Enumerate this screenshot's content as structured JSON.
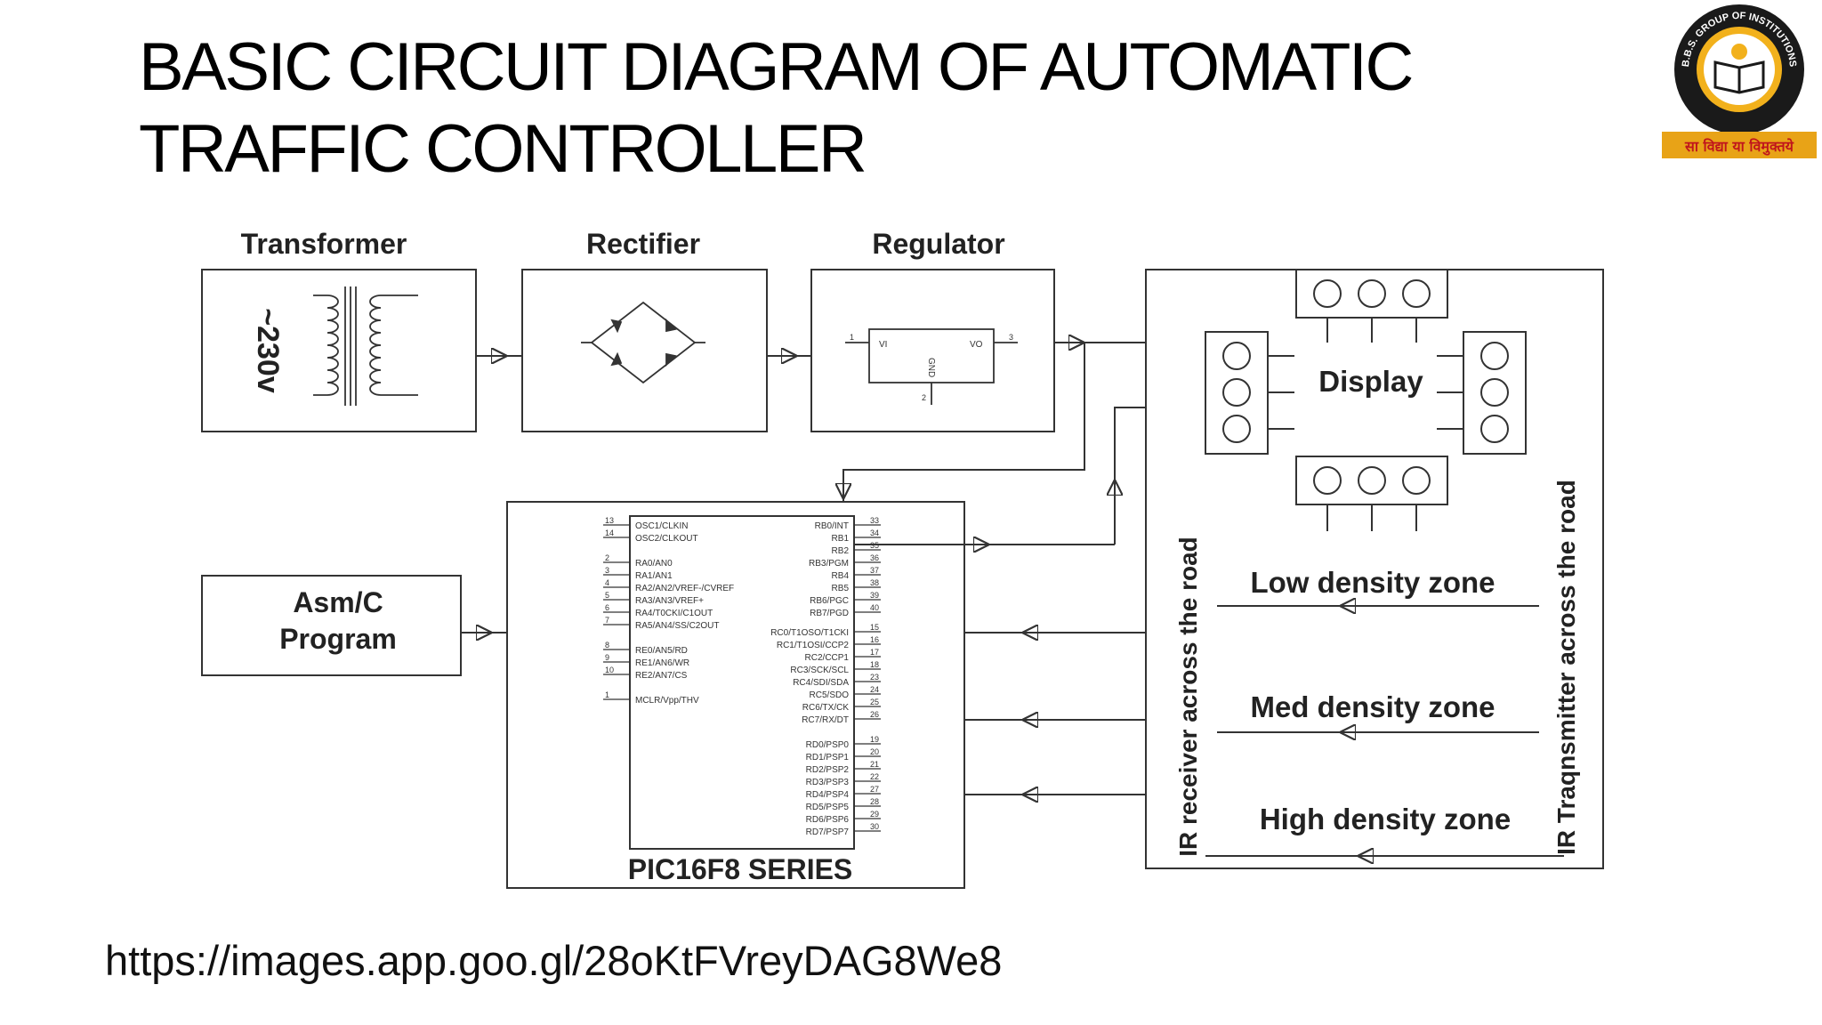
{
  "slide": {
    "title": "BASIC CIRCUIT DIAGRAM OF AUTOMATIC TRAFFIC CONTROLLER",
    "source_url": "https://images.app.goo.gl/28oKtFVreyDAG8We8"
  },
  "logo": {
    "ring_text": "B.B.S. GROUP OF INSTITUTIONS",
    "motto": "सा विद्या या विमुक्तये",
    "colors": {
      "ring": "#1a1a1a",
      "gold": "#f2b11c",
      "ribbon": "#e8a317",
      "motto_text": "#c0161c"
    }
  },
  "diagram": {
    "blocks": {
      "transformer": {
        "label": "Transformer",
        "voltage": "~230v"
      },
      "rectifier": {
        "label": "Rectifier"
      },
      "regulator": {
        "label": "Regulator",
        "pin_vi": "VI",
        "pin_vo": "VO",
        "pin_gnd": "GND",
        "pin1": "1",
        "pin2": "2",
        "pin3": "3"
      },
      "program": {
        "label_line1": "Asm/C",
        "label_line2": "Program"
      },
      "mcu": {
        "label": "PIC16F8 SERIES"
      },
      "display_panel": {
        "display_label": "Display",
        "zones": [
          "Low density zone",
          "Med density zone",
          "High density zone"
        ],
        "ir_receiver": "IR receiver across the road",
        "ir_transmitter": "IR Traqnsmitter across the road"
      }
    },
    "mcu_left_pins": [
      {
        "num": "13",
        "name": "OSC1/CLKIN"
      },
      {
        "num": "14",
        "name": "OSC2/CLKOUT"
      },
      {
        "num": "2",
        "name": "RA0/AN0"
      },
      {
        "num": "3",
        "name": "RA1/AN1"
      },
      {
        "num": "4",
        "name": "RA2/AN2/VREF-/CVREF"
      },
      {
        "num": "5",
        "name": "RA3/AN3/VREF+"
      },
      {
        "num": "6",
        "name": "RA4/T0CKI/C1OUT"
      },
      {
        "num": "7",
        "name": "RA5/AN4/SS/C2OUT"
      },
      {
        "num": "8",
        "name": "RE0/AN5/RD"
      },
      {
        "num": "9",
        "name": "RE1/AN6/WR"
      },
      {
        "num": "10",
        "name": "RE2/AN7/CS"
      },
      {
        "num": "1",
        "name": "MCLR/Vpp/THV"
      }
    ],
    "mcu_right_pins": [
      {
        "num": "33",
        "name": "RB0/INT"
      },
      {
        "num": "34",
        "name": "RB1"
      },
      {
        "num": "35",
        "name": "RB2"
      },
      {
        "num": "36",
        "name": "RB3/PGM"
      },
      {
        "num": "37",
        "name": "RB4"
      },
      {
        "num": "38",
        "name": "RB5"
      },
      {
        "num": "39",
        "name": "RB6/PGC"
      },
      {
        "num": "40",
        "name": "RB7/PGD"
      },
      {
        "num": "15",
        "name": "RC0/T1OSO/T1CKI"
      },
      {
        "num": "16",
        "name": "RC1/T1OSI/CCP2"
      },
      {
        "num": "17",
        "name": "RC2/CCP1"
      },
      {
        "num": "18",
        "name": "RC3/SCK/SCL"
      },
      {
        "num": "23",
        "name": "RC4/SDI/SDA"
      },
      {
        "num": "24",
        "name": "RC5/SDO"
      },
      {
        "num": "25",
        "name": "RC6/TX/CK"
      },
      {
        "num": "26",
        "name": "RC7/RX/DT"
      },
      {
        "num": "19",
        "name": "RD0/PSP0"
      },
      {
        "num": "20",
        "name": "RD1/PSP1"
      },
      {
        "num": "21",
        "name": "RD2/PSP2"
      },
      {
        "num": "22",
        "name": "RD3/PSP3"
      },
      {
        "num": "27",
        "name": "RD4/PSP4"
      },
      {
        "num": "28",
        "name": "RD5/PSP5"
      },
      {
        "num": "29",
        "name": "RD6/PSP6"
      },
      {
        "num": "30",
        "name": "RD7/PSP7"
      }
    ]
  }
}
